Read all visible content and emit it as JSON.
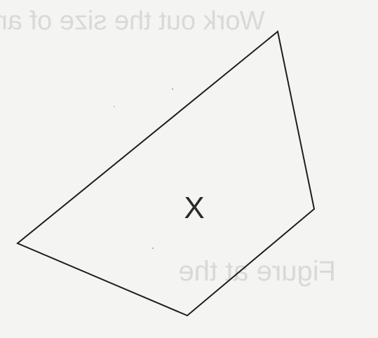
{
  "shape_label": "X",
  "bleed_through": {
    "line_upper": "Work out the size of angle",
    "line_lower": "Figure at the"
  },
  "colors": {
    "paper": "#f4f4f2",
    "outline": "#1e1e1e",
    "label": "#2a2a2a",
    "bleed_text": "#d9d9d6"
  }
}
